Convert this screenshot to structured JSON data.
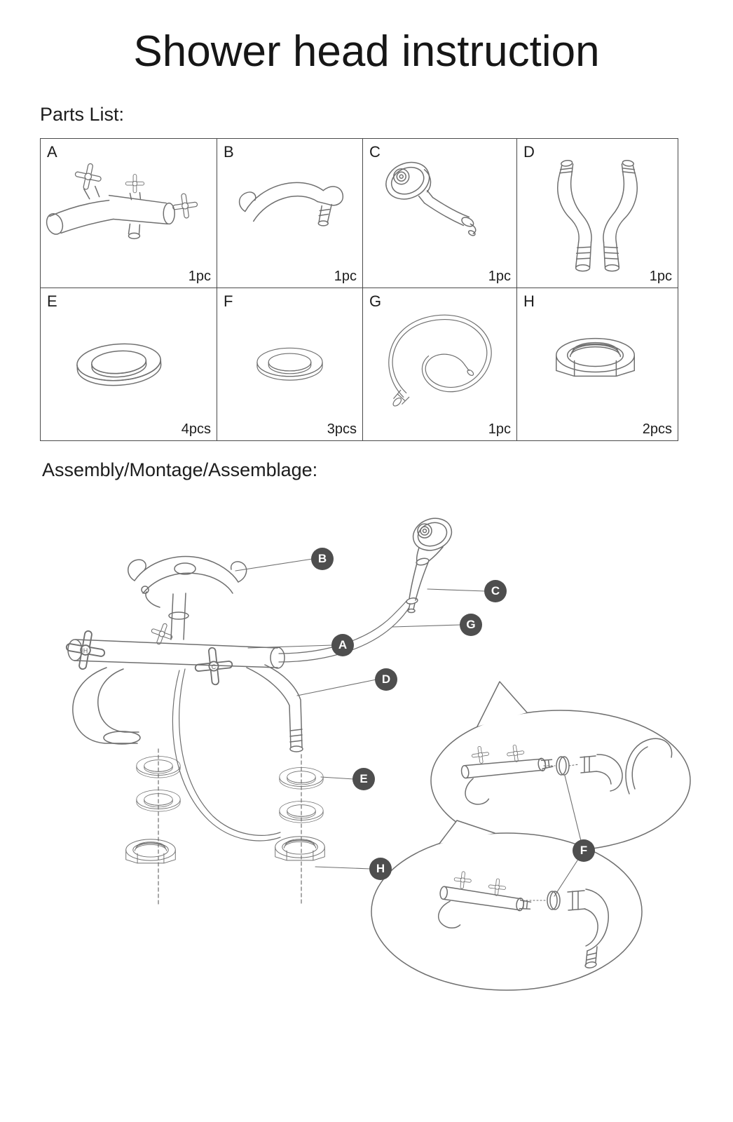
{
  "title": "Shower head instruction",
  "sections": {
    "parts_list_label": "Parts List:",
    "assembly_label": "Assembly/Montage/Assemblage:"
  },
  "parts": [
    {
      "letter": "A",
      "qty": "1pc",
      "icon": "faucet-body-drawing"
    },
    {
      "letter": "B",
      "qty": "1pc",
      "icon": "shower-bracket-drawing"
    },
    {
      "letter": "C",
      "qty": "1pc",
      "icon": "handheld-shower-drawing"
    },
    {
      "letter": "D",
      "qty": "1pc",
      "icon": "wall-connector-legs-drawing"
    },
    {
      "letter": "E",
      "qty": "4pcs",
      "icon": "large-washer-drawing"
    },
    {
      "letter": "F",
      "qty": "3pcs",
      "icon": "small-washer-drawing"
    },
    {
      "letter": "G",
      "qty": "1pc",
      "icon": "shower-hose-drawing"
    },
    {
      "letter": "H",
      "qty": "2pcs",
      "icon": "mounting-nut-drawing"
    }
  ],
  "assembly": {
    "callouts": [
      {
        "label": "B"
      },
      {
        "label": "C"
      },
      {
        "label": "G"
      },
      {
        "label": "A"
      },
      {
        "label": "D"
      },
      {
        "label": "E"
      },
      {
        "label": "H"
      },
      {
        "label": "F"
      }
    ],
    "handle_labels": {
      "hot": "H",
      "cold": "C"
    }
  },
  "colors": {
    "line_art": "#6f6f6f",
    "badge_fill": "#4e4e4e",
    "badge_text": "#ffffff",
    "table_border": "#4a4a4a"
  }
}
